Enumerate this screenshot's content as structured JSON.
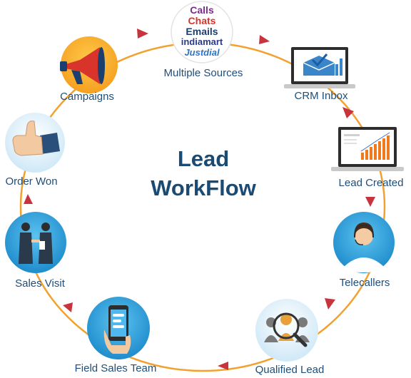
{
  "title": {
    "line1": "Lead",
    "line2": "WorkFlow"
  },
  "sources": {
    "calls": "Calls",
    "chats": "Chats",
    "emails": "Emails",
    "indiamart": "indiamart",
    "justdial": "Justdial"
  },
  "nodes": [
    {
      "id": "multiple-sources",
      "label": "Multiple Sources",
      "icon": "sources-circle-icon"
    },
    {
      "id": "crm-inbox",
      "label": "CRM Inbox",
      "icon": "laptop-inbox-icon"
    },
    {
      "id": "lead-created",
      "label": "Lead Created",
      "icon": "laptop-chart-icon"
    },
    {
      "id": "telecallers",
      "label": "Telecallers",
      "icon": "headset-agent-icon"
    },
    {
      "id": "qualified-lead",
      "label": "Qualified Lead",
      "icon": "magnifier-people-icon"
    },
    {
      "id": "field-sales-team",
      "label": "Field Sales Team",
      "icon": "phone-in-hand-icon"
    },
    {
      "id": "sales-visit",
      "label": "Sales Visit",
      "icon": "handshake-icon"
    },
    {
      "id": "order-won",
      "label": "Order Won",
      "icon": "thumbs-up-icon"
    },
    {
      "id": "campaigns",
      "label": "Campaigns",
      "icon": "megaphone-icon"
    }
  ],
  "colors": {
    "cycle_line": "#f2a12e",
    "arrow": "#c8343e",
    "label": "#1f4e79",
    "title": "#1b4a72",
    "circle_fill": "#2a9fd8",
    "calls": "#7b2d8e",
    "chats": "#d9342b",
    "emails": "#1b3f6e",
    "indiamart": "#2b3a8c",
    "justdial": "#2e73c8"
  }
}
